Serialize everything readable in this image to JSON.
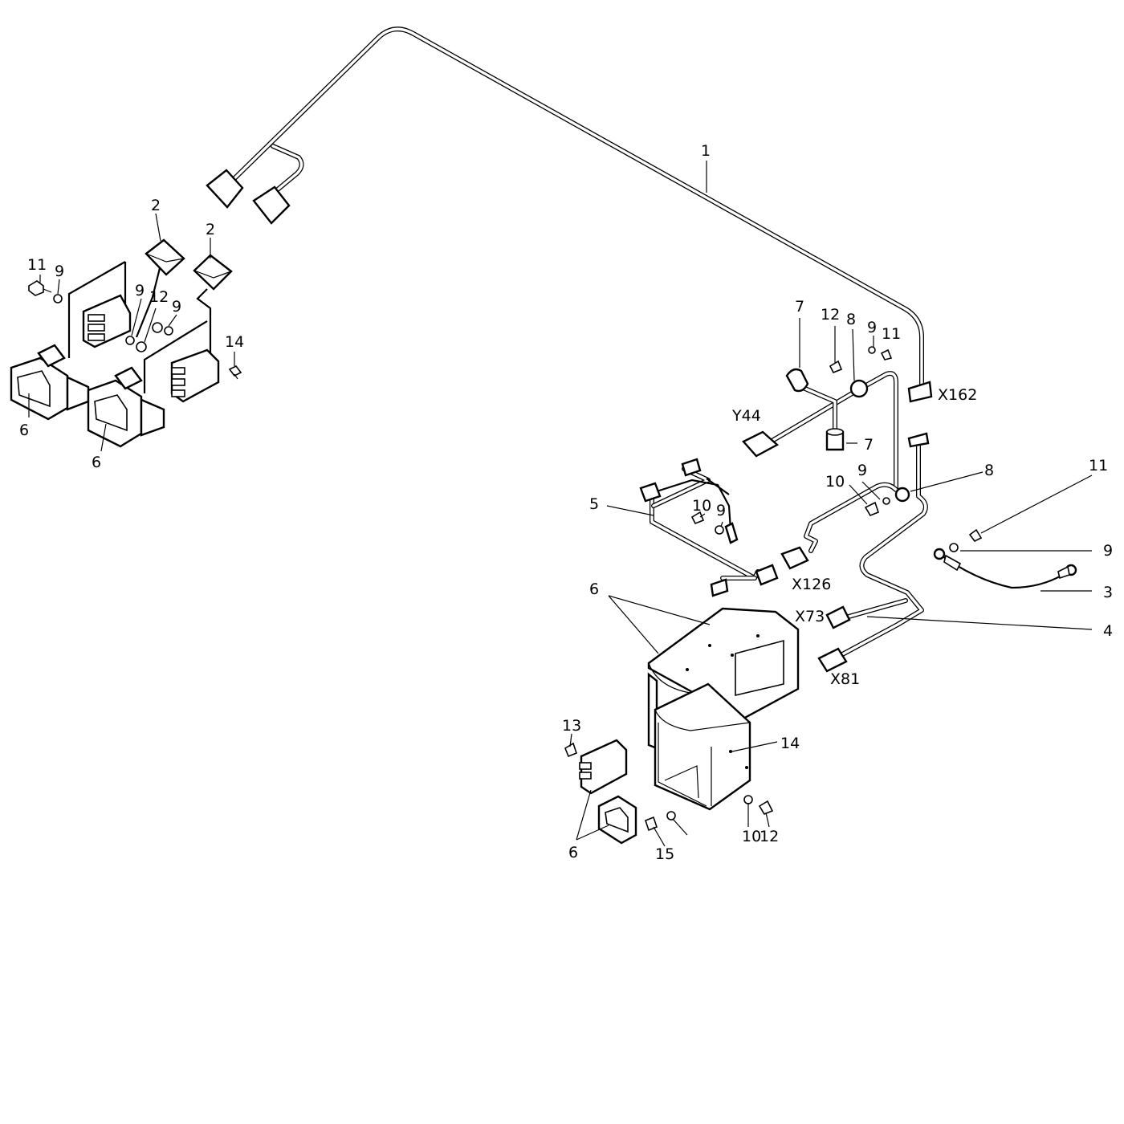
{
  "callouts": [
    "1",
    "2",
    "2",
    "3",
    "4",
    "5",
    "6",
    "6",
    "6",
    "6",
    "7",
    "7",
    "8",
    "8",
    "9",
    "9",
    "9",
    "9",
    "9",
    "9",
    "9",
    "10",
    "10",
    "10",
    "11",
    "11",
    "11",
    "12",
    "12",
    "12",
    "13",
    "14",
    "14",
    "15"
  ],
  "connectors": [
    "X162",
    "Y44",
    "X126",
    "X73",
    "X81"
  ]
}
